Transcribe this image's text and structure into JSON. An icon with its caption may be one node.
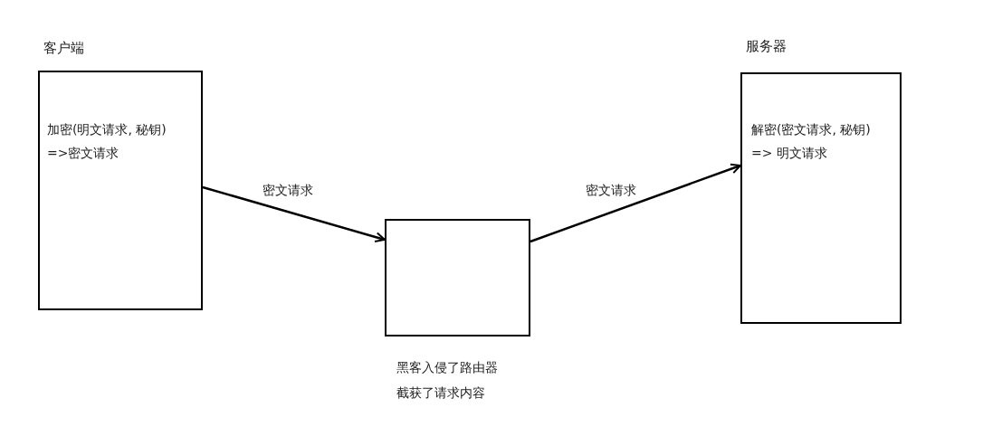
{
  "diagram": {
    "nodes": [
      {
        "text": [
          "客户端",
          "加密(明文请求, 秘钥) =>密文请求"
        ]
      },
      {
        "text": [],
        "shape": "box",
        "beside": [
          "黑客入侵了路由器",
          "截获了请求内容"
        ]
      },
      {
        "text": [
          "服务器",
          "解密(密文请求, 秘钥) => 明文请求"
        ]
      }
    ],
    "edges": [
      {
        "from": 0,
        "to": 1,
        "arrow": "to",
        "label": "密文请求"
      },
      {
        "from": 1,
        "to": 2,
        "arrow": "to",
        "label": "密文请求"
      }
    ]
  }
}
